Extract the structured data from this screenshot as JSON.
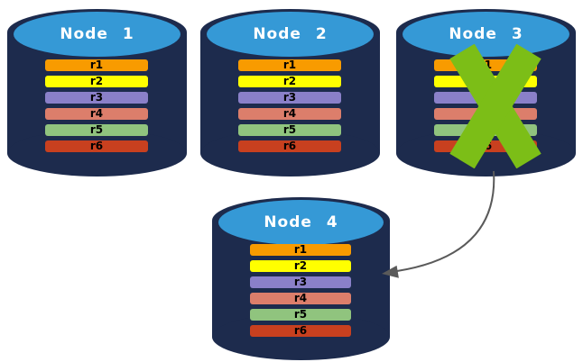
{
  "colors": {
    "cylinder_body": "#1D2B4D",
    "cylinder_top": "#3599D6",
    "title_text": "#FFFFFF",
    "row_text": "#000000",
    "failure_x": "#7CBE17",
    "arrow": "#5A5A5A",
    "background": "#FFFFFF"
  },
  "row_colors": {
    "r1": "#F89B00",
    "r2": "#FFFF00",
    "r3": "#8A80C9",
    "r4": "#DC7E6B",
    "r5": "#90C47E",
    "r6": "#C8401F"
  },
  "nodes": [
    {
      "title": "Node 1",
      "failed": false,
      "rows": [
        "r1",
        "r2",
        "r3",
        "r4",
        "r5",
        "r6"
      ]
    },
    {
      "title": "Node 2",
      "failed": false,
      "rows": [
        "r1",
        "r2",
        "r3",
        "r4",
        "r5",
        "r6"
      ]
    },
    {
      "title": "Node 3",
      "failed": true,
      "rows": [
        "r1",
        "r2",
        "r3",
        "r4",
        "r5",
        "r6"
      ]
    },
    {
      "title": "Node 4",
      "failed": false,
      "rows": [
        "r1",
        "r2",
        "r3",
        "r4",
        "r5",
        "r6"
      ]
    }
  ],
  "annotations": {
    "failure_x": {
      "icon": "x-icon",
      "on_node": "Node 3"
    },
    "arrow": {
      "icon": "curved-arrow-icon",
      "from": "Node 3",
      "to": "Node 4"
    }
  }
}
